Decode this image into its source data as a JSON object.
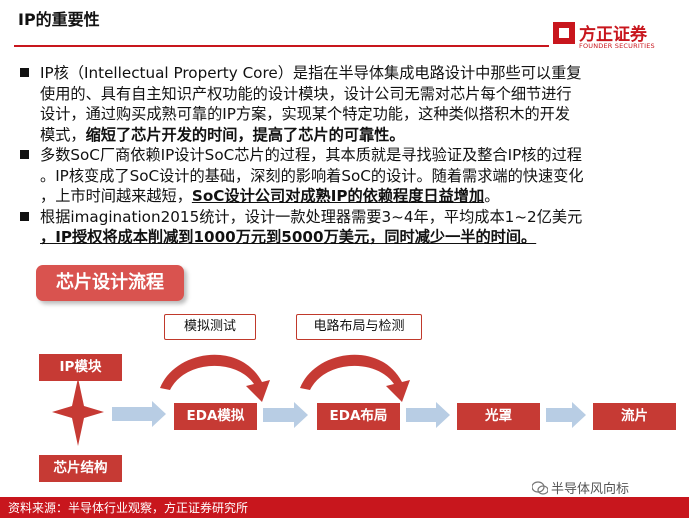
{
  "header": {
    "title": "IP的重要性",
    "logo_cn": "方正证券",
    "logo_en": "FOUNDER SECURITIES"
  },
  "bullets": [
    {
      "line1": "IP核（Intellectual Property Core）是指在半导体集成电路设计中那些可以重复",
      "line2": "使用的、具有自主知识产权功能的设计模块，设计公司无需对芯片每个细节进行",
      "line3": "设计，通过购买成熟可靠的IP方案，实现某个特定功能，这种类似搭积木的开发",
      "line4_plain": "模式，",
      "line4_bold": "缩短了芯片开发的时间，提高了芯片的可靠性。"
    },
    {
      "line1": "多数SoC厂商依赖IP设计SoC芯片的过程，其本质就是寻找验证及整合IP核的过程",
      "line2": "。IP核变成了SoC设计的基础，深刻的影响着SoC的设计。随着需求端的快速变化",
      "line3_plain": "，上市时间越来越短，",
      "line3_bold": "SoC设计公司对成熟IP的依赖程度日益增加",
      "line3_end": "。"
    },
    {
      "line1": "根据imagination2015统计，设计一款处理器需要3~4年，平均成本1~2亿美元",
      "line2_bold": "，IP授权将成本削减到1000万元到5000万美元，同时减少一半的时间。"
    }
  ],
  "flow": {
    "title": "芯片设计流程",
    "tag1": "模拟测试",
    "tag2": "电路布局与检测",
    "ip_module": "IP模块",
    "chip_struct": "芯片结构",
    "step1": "EDA模拟",
    "step2": "EDA布局",
    "step3": "光罩",
    "step4": "流片"
  },
  "footer": {
    "source": "资料来源：半导体行业观察，方正证券研究所",
    "watermark": "半导体风向标"
  },
  "colors": {
    "brand_red": "#c8161d",
    "box_red": "#c63a34",
    "arrow_blue": "#b8cde4"
  }
}
